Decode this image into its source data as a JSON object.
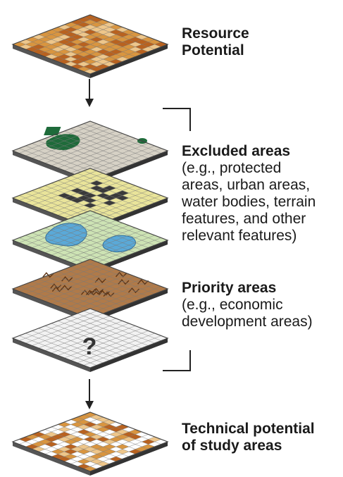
{
  "labels": {
    "resource_potential": "Resource\nPotential",
    "excluded_title": "Excluded areas",
    "excluded_detail": "(e.g., protected\nareas, urban areas,\nwater bodies, terrain\nfeatures, and other\nrelevant features)",
    "priority_title": "Priority areas",
    "priority_detail": "(e.g., economic\ndevelopment areas)",
    "technical_potential": "Technical potential\nof study areas"
  },
  "layer_glyphs": {
    "unknown_layer": "?"
  },
  "colors": {
    "resource_dark": "#b9621f",
    "resource_mid": "#d9953f",
    "resource_light": "#eec68a",
    "excluded_base": "#d6d1c5",
    "protected_green": "#1e6b3a",
    "urban_base": "#e9e49a",
    "urban_dark": "#3a3a3a",
    "water_base": "#cde3b4",
    "water_blue": "#5aa9d8",
    "terrain_base": "#b07a49",
    "priority_base": "#f2f2f2",
    "technical_light": "#ffffff",
    "grid_line": "#7a7a7a",
    "arrow": "#222222"
  }
}
